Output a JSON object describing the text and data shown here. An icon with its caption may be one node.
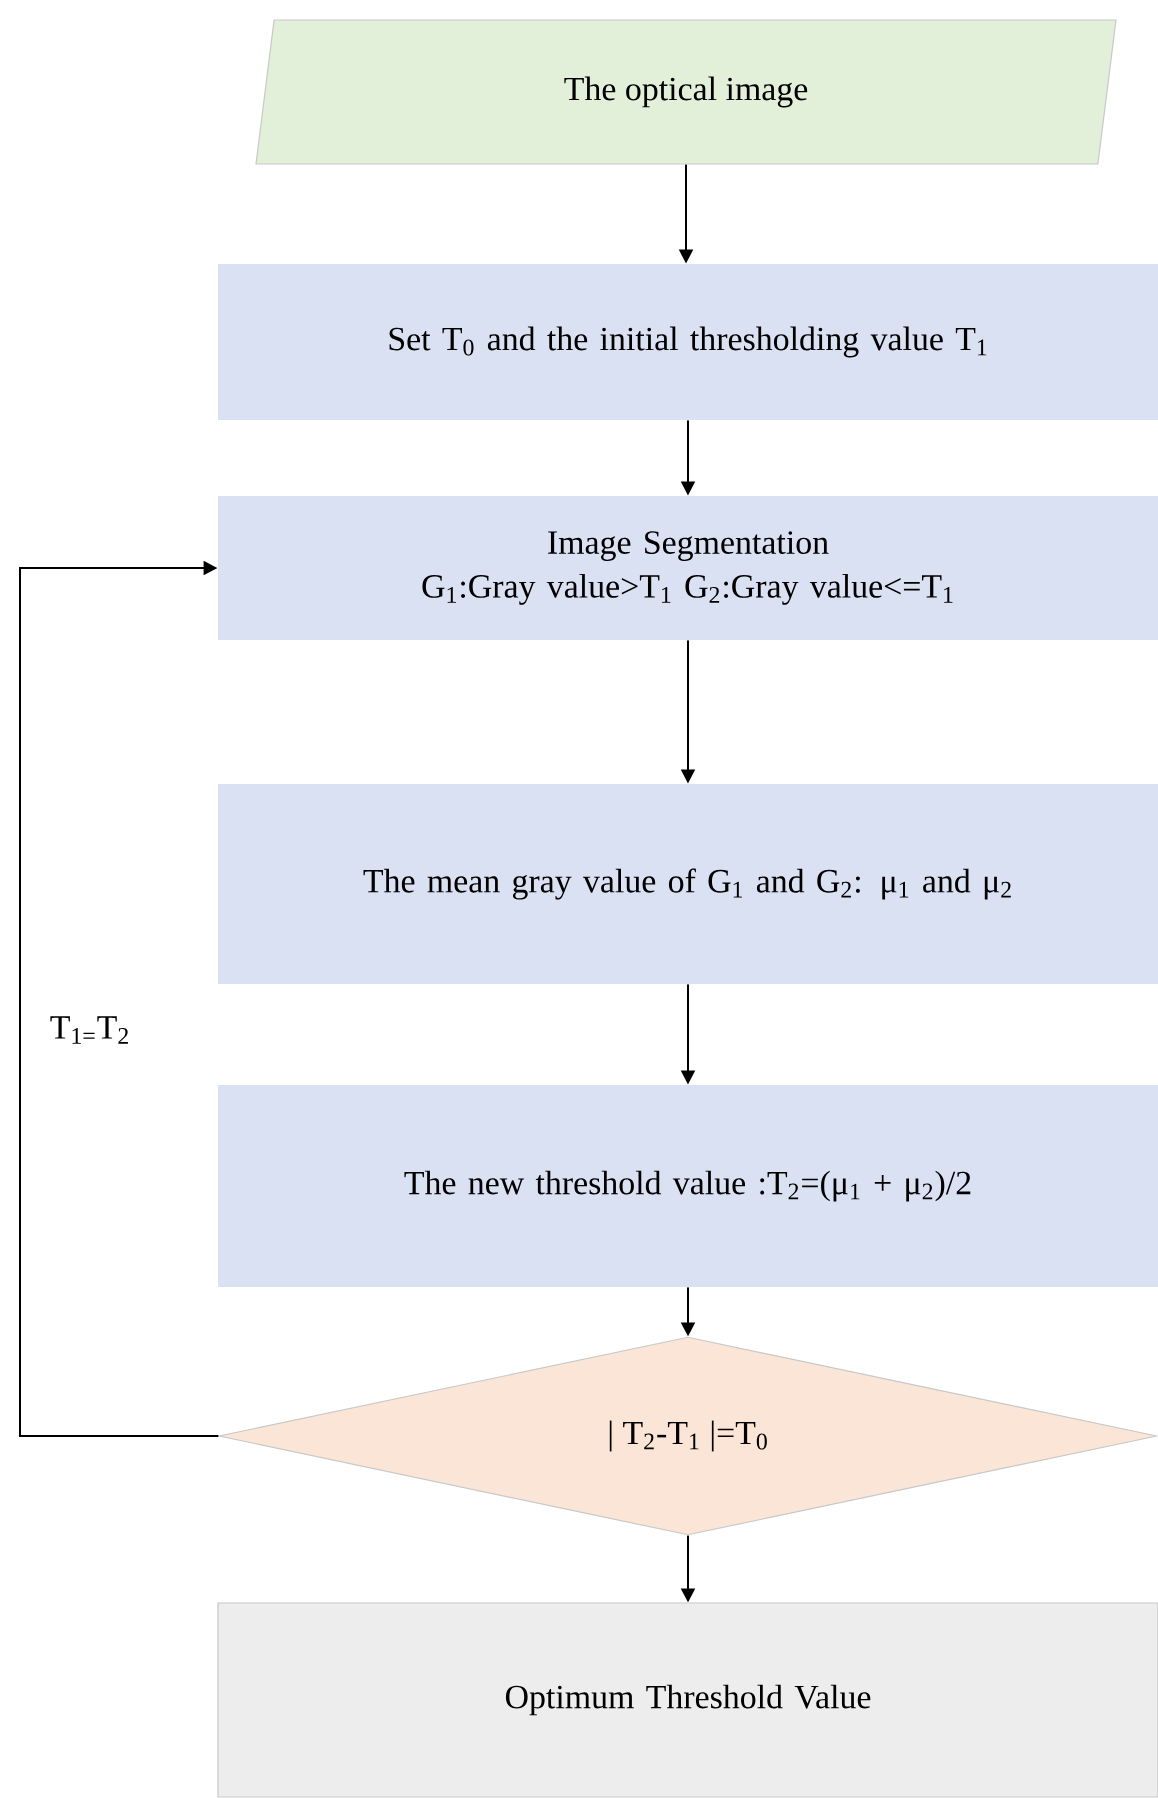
{
  "diagram": {
    "nodes": [
      {
        "text": [
          "The optical image"
        ]
      },
      {
        "text": [
          "Set T$_{0}$ and the initial thresholding value T$_{1}$"
        ]
      },
      {
        "text": [
          "Image Segmentation",
          "G$_{1}$:Gray value>T$_{1}$ G$_{2}$:Gray value<=T$_{1}$"
        ]
      },
      {
        "text": [
          "The mean gray value of G$_{1}$ and G$_{2}$: μ$_{1}$ and μ$_{2}$"
        ]
      },
      {
        "text": [
          "The new threshold value :T$_{2}$=(μ$_{1}$ + μ$_{2}$)/2"
        ]
      },
      {
        "text": [
          "| T$_{2}$-T$_{1}$ |=T$_{0}$"
        ]
      },
      {
        "text": [
          "Optimum Threshold Value"
        ]
      }
    ],
    "edges": [
      {
        "from": 0,
        "to": 1,
        "arrow": "to"
      },
      {
        "from": 1,
        "to": 2,
        "arrow": "to"
      },
      {
        "from": 2,
        "to": 3,
        "arrow": "to"
      },
      {
        "from": 3,
        "to": 4,
        "arrow": "to"
      },
      {
        "from": 4,
        "to": 5,
        "arrow": "to"
      },
      {
        "from": 5,
        "to": 6,
        "arrow": "to"
      },
      {
        "from": 5,
        "to": 2,
        "arrow": "to",
        "label": "T$_{1=}$T$_{2}$"
      }
    ]
  }
}
